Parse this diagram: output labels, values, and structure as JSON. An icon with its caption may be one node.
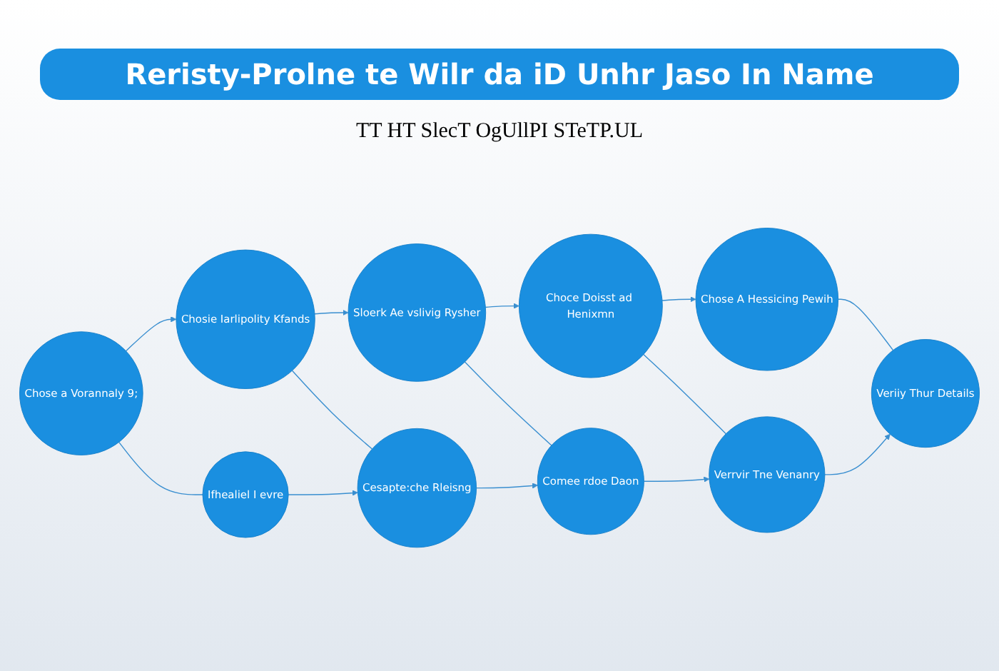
{
  "diagram": {
    "title": "Reristy-Prolne te Wilr da iD Unhr Jaso In Name",
    "nodes": [
      {
        "text": [
          "Chose a Vorannaly 9;"
        ]
      },
      {
        "text": [
          "Chosie Iarlipolity Kfands"
        ]
      },
      {
        "text": [
          "Sloerk Ae vslivig Rysher"
        ]
      },
      {
        "text": [
          "Choce Doisst ad Henixmn"
        ]
      },
      {
        "text": [
          "Chose A Hessicing Pewih"
        ]
      },
      {
        "text": [
          "Ifhealiel I evre"
        ]
      },
      {
        "text": [
          "Cesapte:che Rleisng"
        ]
      },
      {
        "text": [
          "Comee rdoe Daon"
        ]
      },
      {
        "text": [
          "Verrvir Tne Venanry"
        ]
      },
      {
        "text": [
          "Veriiy Thur Details"
        ]
      }
    ],
    "edges": [
      {
        "from": 0,
        "to": 1,
        "arrow": "to"
      },
      {
        "from": 1,
        "to": 2,
        "arrow": "to"
      },
      {
        "from": 2,
        "to": 3,
        "arrow": "to"
      },
      {
        "from": 3,
        "to": 4,
        "arrow": "to"
      },
      {
        "from": 0,
        "to": 5,
        "arrow": "none"
      },
      {
        "from": 1,
        "to": 6,
        "arrow": "none"
      },
      {
        "from": 2,
        "to": 7,
        "arrow": "none"
      },
      {
        "from": 3,
        "to": 8,
        "arrow": "none"
      },
      {
        "from": 4,
        "to": 9,
        "arrow": "none"
      },
      {
        "from": 5,
        "to": 6,
        "arrow": "to"
      },
      {
        "from": 6,
        "to": 7,
        "arrow": "to"
      },
      {
        "from": 7,
        "to": 8,
        "arrow": "to"
      },
      {
        "from": 8,
        "to": 9,
        "arrow": "to"
      }
    ],
    "labels": [
      "TT HT SlecT OgUllPI STeTP.UL"
    ]
  }
}
